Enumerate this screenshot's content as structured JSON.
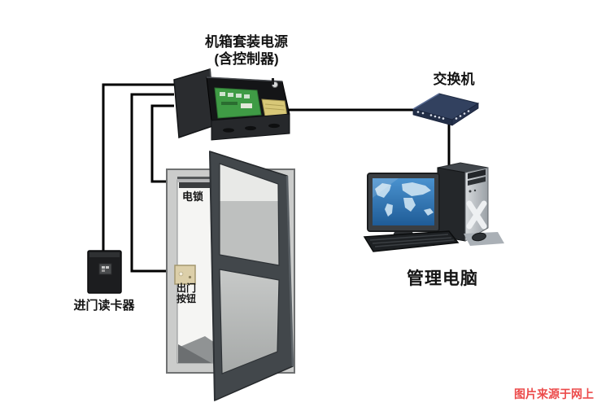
{
  "diagram": {
    "device_labels": {
      "controller_line1": "机箱套装电源",
      "controller_line2": "(含控制器)",
      "switch": "交换机",
      "computer": "管理电脑",
      "card_reader": "进门读卡器",
      "electric_lock": "电锁",
      "exit_button_line1": "出门",
      "exit_button_line2": "按钮"
    },
    "watermark": "图片来源于网上",
    "colors": {
      "background": "#ffffff",
      "wire": "#000000",
      "label_text": "#141414",
      "watermark_red": "#ec4b4b",
      "pcb_green": "#3f9b45",
      "psu_yellow": "#d8c878",
      "switch_navy": "#32415f",
      "screen_blue": "#2f79b8",
      "door_leaf_gray": "#42474b",
      "door_frame_gray": "#cbcccb",
      "exit_button_beige": "#dccfa9"
    }
  }
}
